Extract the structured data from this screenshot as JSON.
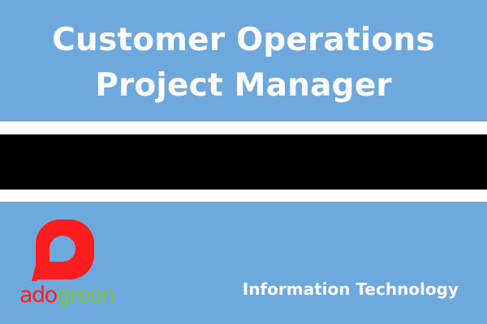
{
  "job": {
    "title_line1": "Customer Operations",
    "title_line2": "Project Manager",
    "department": "Information Technology"
  },
  "logo": {
    "brand_part1": "ado",
    "brand_part2": "green",
    "icon": "adogreen-logo-mark"
  },
  "colors": {
    "panel_blue": "#6fa8dc",
    "band_black": "#000000",
    "logo_red": "#ff1e1e",
    "logo_green": "#7dc242",
    "text_white": "#ffffff"
  }
}
